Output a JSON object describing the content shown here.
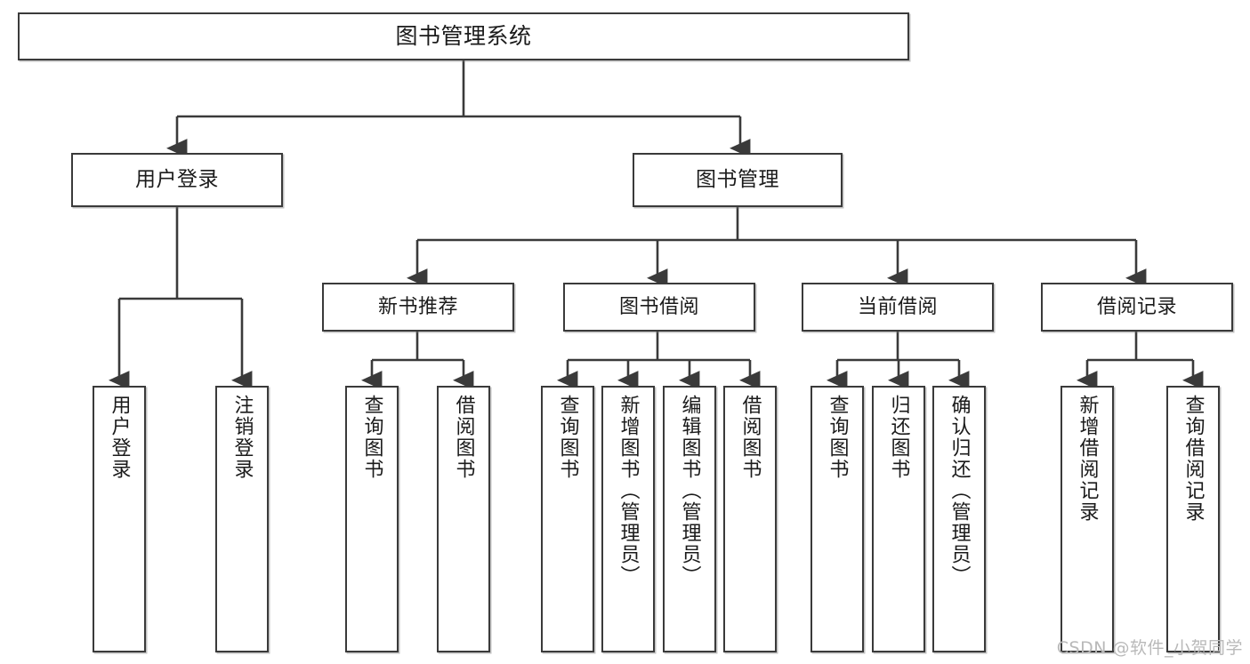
{
  "diagram": {
    "type": "tree-hierarchy",
    "title": "图书管理系统",
    "watermark": "CSDN @软件_小贺同学",
    "colors": {
      "background": "#ffffff",
      "border": "#3a3a3a",
      "text": "#1b1b1b",
      "edge": "#3a3a3a",
      "watermark": "#b9b9b9"
    },
    "nodes": {
      "root": {
        "label": "图书管理系统"
      },
      "user_login": {
        "label": "用户登录"
      },
      "book_manage": {
        "label": "图书管理"
      },
      "new_book_rec": {
        "label": "新书推荐"
      },
      "book_borrow": {
        "label": "图书借阅"
      },
      "current_borrow": {
        "label": "当前借阅"
      },
      "borrow_record": {
        "label": "借阅记录"
      },
      "leaf_user_login": {
        "label": "用户登录"
      },
      "leaf_user_logout": {
        "label": "注销登录"
      },
      "leaf_rec_query": {
        "label": "查询图书"
      },
      "leaf_rec_borrow": {
        "label": "借阅图书"
      },
      "leaf_borrow_query": {
        "label": "查询图书"
      },
      "leaf_borrow_add": {
        "label": "新增图书（管理员）"
      },
      "leaf_borrow_edit": {
        "label": "编辑图书（管理员）"
      },
      "leaf_borrow_lend": {
        "label": "借阅图书"
      },
      "leaf_cur_query": {
        "label": "查询图书"
      },
      "leaf_cur_return": {
        "label": "归还图书"
      },
      "leaf_cur_confirm": {
        "label": "确认归还（管理员）"
      },
      "leaf_rec_add": {
        "label": "新增借阅记录"
      },
      "leaf_rec_query2": {
        "label": "查询借阅记录"
      }
    }
  }
}
